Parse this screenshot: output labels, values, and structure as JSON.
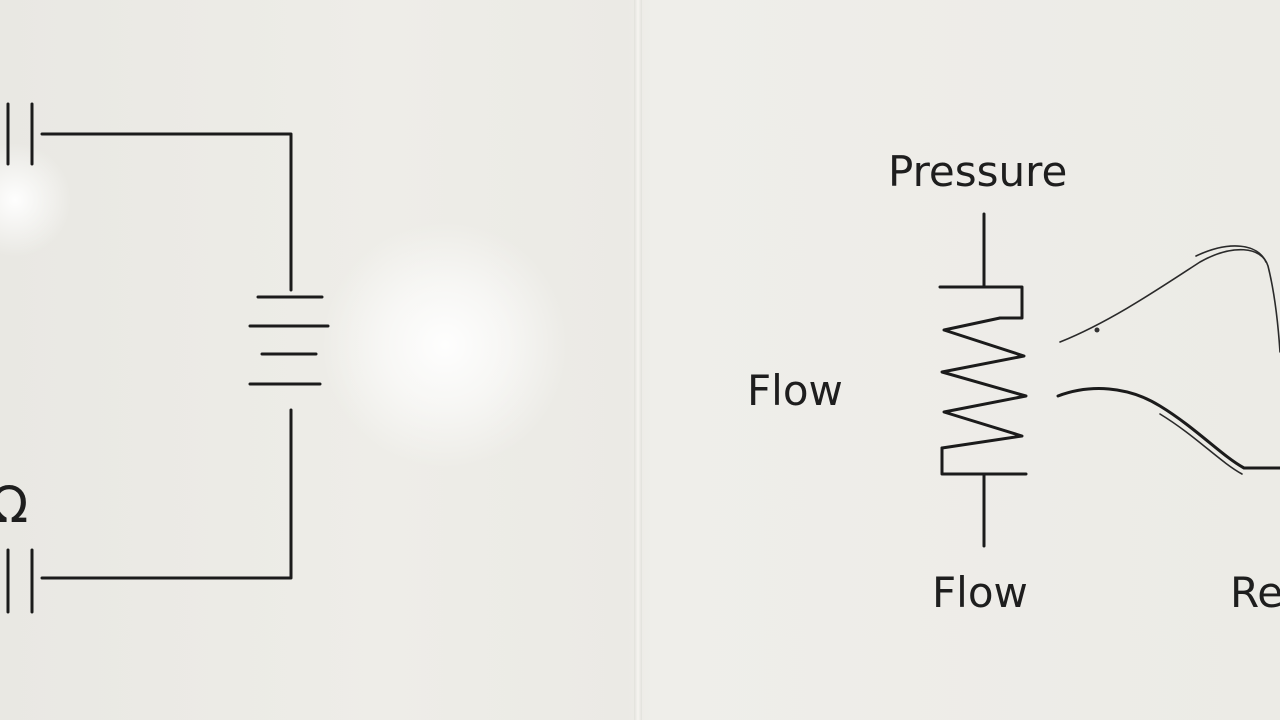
{
  "left_panel": {
    "symbol": "Ω"
  },
  "right_panel": {
    "label_top": "Pressure",
    "label_left": "Flow",
    "label_bottom": "Flow",
    "label_right_partial": "Re"
  },
  "colors": {
    "background": "#ecebe6",
    "stroke": "#1b1b1b"
  }
}
